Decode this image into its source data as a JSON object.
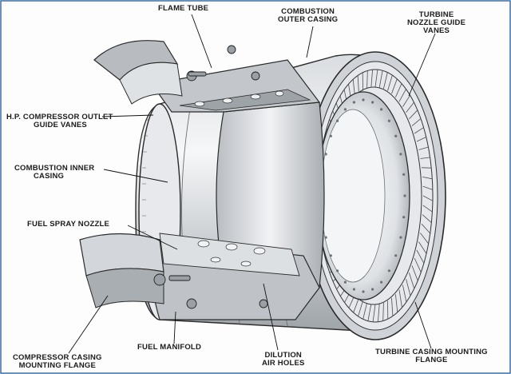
{
  "diagram": {
    "labels": {
      "flame_tube": [
        "FLAME TUBE"
      ],
      "combustion_outer_casing": [
        "COMBUSTION",
        "OUTER CASING"
      ],
      "turbine_nozzle_guide_vanes": [
        "TURBINE",
        "NOZZLE GUIDE",
        "VANES"
      ],
      "hp_compressor_outlet_guide_vanes": [
        "H.P. COMPRESSOR OUTLET",
        "GUIDE VANES"
      ],
      "combustion_inner_casing": [
        "COMBUSTION INNER",
        "CASING"
      ],
      "fuel_spray_nozzle": [
        "FUEL SPRAY NOZZLE"
      ],
      "compressor_casing_mounting_flange": [
        "COMPRESSOR CASING",
        "MOUNTING FLANGE"
      ],
      "fuel_manifold": [
        "FUEL MANIFOLD"
      ],
      "dilution_air_holes": [
        "DILUTION",
        "AIR HOLES"
      ],
      "turbine_casing_mounting_flange": [
        "TURBINE CASING MOUNTING",
        "FLANGE"
      ]
    },
    "colors": {
      "metal_light": "#eef0f2",
      "metal_mid": "#c9ccd0",
      "metal_dark": "#8e9398",
      "ink": "#1b1b1b",
      "border_blue": "#3b6fa8"
    }
  }
}
